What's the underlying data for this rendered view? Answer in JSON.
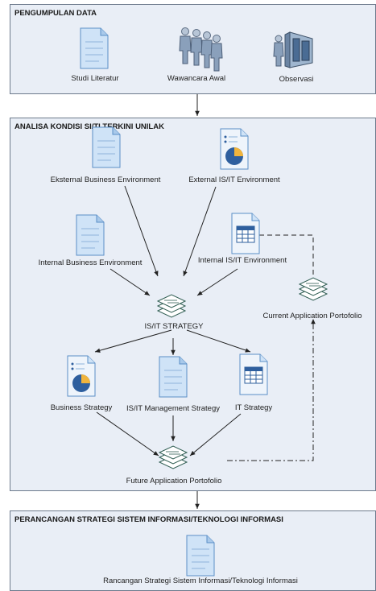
{
  "panels": {
    "p1": {
      "title": "PENGUMPULAN DATA"
    },
    "p2": {
      "title": "ANALISA KONDISI SI/TI TERKINI UNILAK"
    },
    "p3": {
      "title": "PERANCANGAN STRATEGI SISTEM INFORMASI/TEKNOLOGI INFORMASI"
    }
  },
  "nodes": {
    "studi": "Studi Literatur",
    "wawancara": "Wawancara Awal",
    "observasi": "Observasi",
    "ext_be": "Eksternal Business Environment",
    "ext_is": "External IS/IT Environment",
    "int_be": "Internal Business Environment",
    "int_is": "Internal IS/IT Environment",
    "strategy": "IS/IT STRATEGY",
    "current_app": "Current Application Portofolio",
    "business": "Business Strategy",
    "mgmt": "IS/IT Management Strategy",
    "it": "IT Strategy",
    "future_app": "Future Application Portofolio",
    "rancangan": "Rancangan  Strategi Sistem Informasi/Teknologi Informasi"
  },
  "colors": {
    "panel_fill": "#e9eef6",
    "panel_border": "#6d7a8c",
    "doc_fill": "#cfe3f7",
    "doc_line": "#5b8fc7",
    "pie_blue": "#2e5f9e",
    "pie_gold": "#f0b43c"
  },
  "icons": {
    "studi": "document-icon",
    "wawancara": "people-group-icon",
    "observasi": "server-observation-icon",
    "ext_be": "document-icon",
    "ext_is": "pie-chart-document-icon",
    "int_be": "document-icon",
    "int_is": "table-document-icon",
    "strategy": "stacked-layers-icon",
    "current_app": "stacked-layers-icon",
    "business": "pie-chart-document-icon",
    "mgmt": "document-icon",
    "it": "table-document-icon",
    "future_app": "stacked-layers-icon",
    "rancangan": "document-icon"
  }
}
